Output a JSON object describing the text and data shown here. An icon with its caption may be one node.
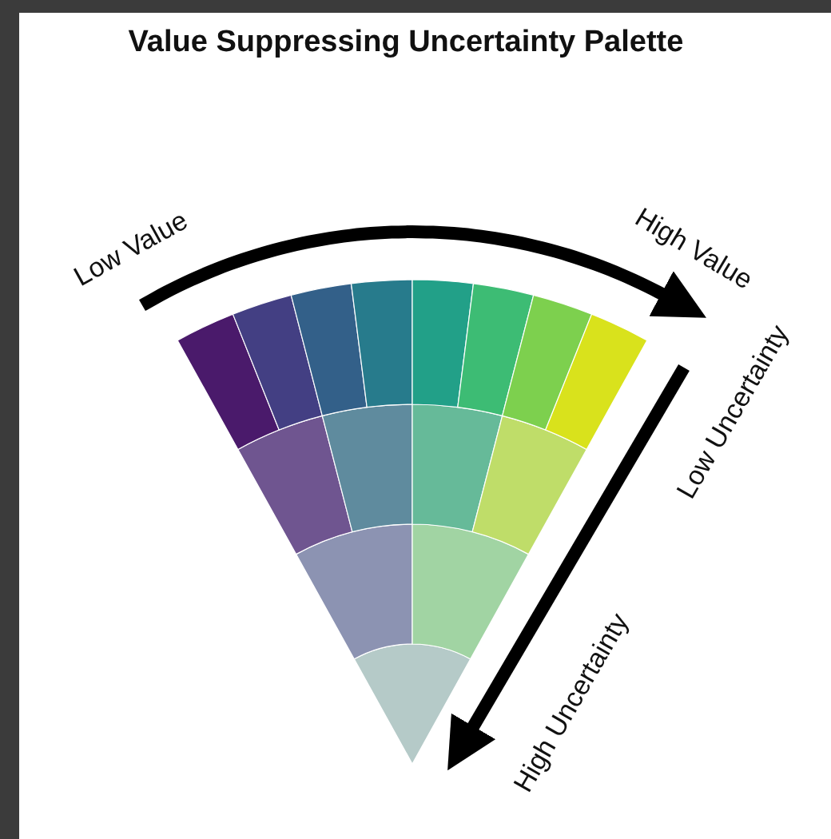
{
  "diagram": {
    "title": "Value Suppressing Uncertainty Palette",
    "labels": [
      "Low Value",
      "High Value",
      "Low Uncertainty",
      "High Uncertainty"
    ]
  }
}
